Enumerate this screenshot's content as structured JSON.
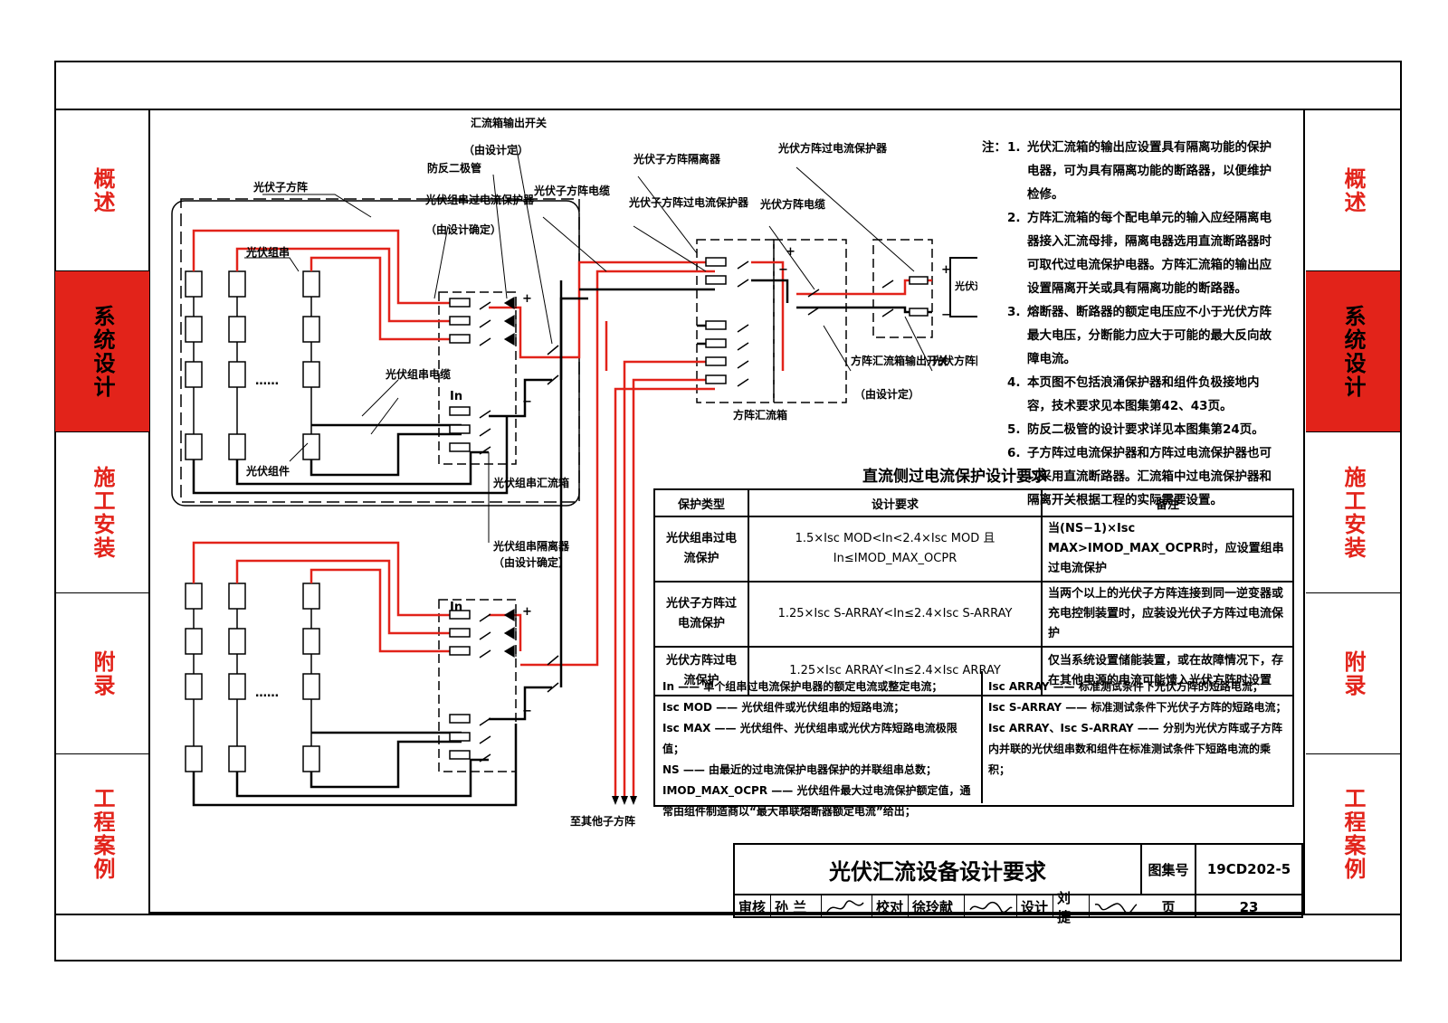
{
  "side_tabs": [
    {
      "label": "概述",
      "active": false
    },
    {
      "label": "系统设计",
      "active": true
    },
    {
      "label": "施工安装",
      "active": false
    },
    {
      "label": "附录",
      "active": false
    },
    {
      "label": "工程案例",
      "active": false
    }
  ],
  "colors": {
    "accent": "#e2231a",
    "line": "#000000"
  },
  "diagram": {
    "labels": {
      "sub_array": "光伏子方阵",
      "string": "光伏组串",
      "module": "光伏组件",
      "string_cable": "光伏组串电缆",
      "string_combiner": "光伏组串汇流箱",
      "string_isolator": "光伏组串隔离器",
      "string_isolator_note": "（由设计确定）",
      "blocking_diode": "防反二极管",
      "string_ocp": "光伏组串过电流保护器",
      "string_ocp_note": "（由设计确定）",
      "combiner_output_switch": "汇流箱输出开关",
      "combiner_output_switch_note": "（由设计定）",
      "sub_array_cable": "光伏子方阵电缆",
      "sub_array_isolator": "光伏子方阵隔离器",
      "sub_array_ocp": "光伏子方阵过电流保护器",
      "array_ocp": "光伏方阵过电流保护器",
      "array_cable": "光伏方阵电缆",
      "array_combiner": "方阵汇流箱",
      "array_combiner_output_switch": "方阵汇流箱输出开关",
      "array_combiner_output_switch_note": "（由设计定）",
      "array_isolator": "光伏方阵隔离开关",
      "inverter": "光伏逆变器",
      "to_other": "至其他子方阵",
      "in_symbol": "In",
      "dots": "……",
      "plus": "+",
      "minus": "−"
    }
  },
  "notes": {
    "head": "注：",
    "items": [
      "光伏汇流箱的输出应设置具有隔离功能的保护电器，可为具有隔离功能的断路器，以便维护检修。",
      "方阵汇流箱的每个配电单元的输入应经隔离电器接入汇流母排，隔离电器选用直流断路器时可取代过电流保护电器。方阵汇流箱的输出应设置隔离开关或具有隔离功能的断路器。",
      "熔断器、断路器的额定电压应不小于光伏方阵最大电压，分断能力应大于可能的最大反向故障电流。",
      "本页图不包括浪涌保护器和组件负极接地内容，技术要求见本图集第42、43页。",
      "防反二极管的设计要求详见本图集第24页。",
      "子方阵过电流保护器和方阵过电流保护器也可以采用直流断路器。汇流箱中过电流保护器和隔离开关根据工程的实际需要设置。"
    ]
  },
  "table": {
    "title": "直流侧过电流保护设计要求",
    "headers": [
      "保护类型",
      "设计要求",
      "备注"
    ],
    "rows": [
      {
        "type": "光伏组串过电流保护",
        "requirement": "1.5×Isc MOD<In<2.4×Isc MOD 且In≤IMOD_MAX_OCPR",
        "remark": "当(NS−1)×Isc MAX>IMOD_MAX_OCPR时，应设置组串过电流保护"
      },
      {
        "type": "光伏子方阵过电流保护",
        "requirement": "1.25×Isc S-ARRAY<In≤2.4×Isc S-ARRAY",
        "remark": "当两个以上的光伏子方阵连接到同一逆变器或充电控制装置时，应装设光伏子方阵过电流保护"
      },
      {
        "type": "光伏方阵过电流保护",
        "requirement": "1.25×Isc ARRAY<In≤2.4×Isc ARRAY",
        "remark": "仅当系统设置储能装置，或在故障情况下，存在其他电源的电流可能馈入光伏方阵时设置"
      }
    ]
  },
  "legend": {
    "left": [
      "In —— 单个组串过电流保护电器的额定电流或整定电流；",
      "Isc MOD —— 光伏组件或光伏组串的短路电流；",
      "Isc MAX —— 光伏组件、光伏组串或光伏方阵短路电流极限值；",
      "NS —— 由最近的过电流保护电器保护的并联组串总数；",
      "IMOD_MAX_OCPR —— 光伏组件最大过电流保护额定值，通常由组件制造商以“最大串联熔断器额定电流”给出；"
    ],
    "right": [
      "Isc ARRAY —— 标准测试条件下光伏方阵的短路电流；",
      "Isc S-ARRAY —— 标准测试条件下光伏子方阵的短路电流；",
      "Isc ARRAY、Isc S-ARRAY —— 分别为光伏方阵或子方阵内并联的光伏组串数和组件在标准测试条件下短路电流的乘积；"
    ]
  },
  "title_block": {
    "title": "光伏汇流设备设计要求",
    "atlas_label": "图集号",
    "atlas_no": "19CD202-5",
    "page_label": "页",
    "page_no": "23",
    "review_label": "审核",
    "reviewer": "孙 兰",
    "check_label": "校对",
    "checker": "徐玲献",
    "design_label": "设计",
    "designer": "刘 捷"
  }
}
